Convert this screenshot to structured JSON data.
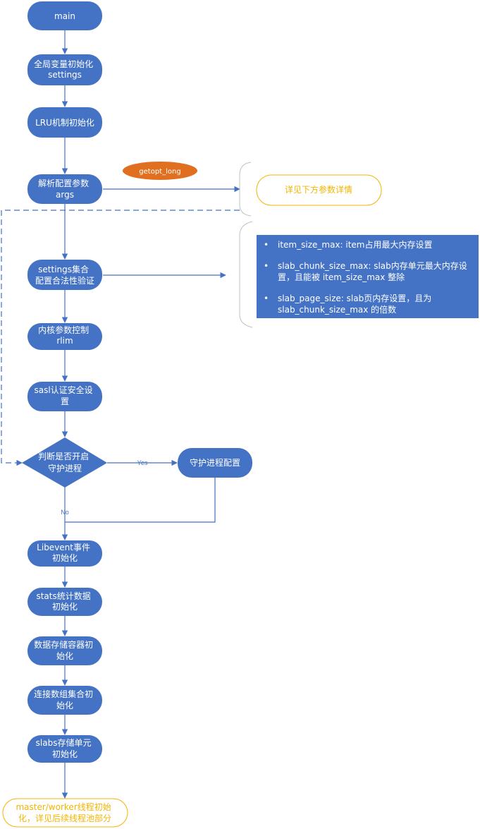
{
  "nodes": {
    "main": [
      "main"
    ],
    "settings_init": [
      "全局变量初始化",
      "settings"
    ],
    "lru_init": [
      "LRU机制初始化"
    ],
    "parse_args": [
      "解析配置参数",
      "args"
    ],
    "settings_check": [
      "settings集合",
      "配置合法性验证"
    ],
    "rlim": [
      "内核参数控制",
      "rlim"
    ],
    "sasl": [
      "sasl认证安全设",
      "置"
    ],
    "daemon_decision": [
      "判断是否开启",
      "守护进程"
    ],
    "daemon_config": [
      "守护进程配置"
    ],
    "libevent": [
      "Libevent事件",
      "初始化"
    ],
    "stats": [
      "stats统计数据",
      "初始化"
    ],
    "storage": [
      "数据存储容器初",
      "始化"
    ],
    "conn": [
      "连接数组集合初",
      "始化"
    ],
    "slabs": [
      "slabs存储单元",
      "初始化"
    ],
    "threads": [
      "master/worker线程初始",
      "化，详见后续线程池部分"
    ]
  },
  "tag_getopt": "getopt_long",
  "note_params": "详见下方参数详情",
  "edge_labels": {
    "yes": "Yes",
    "no": "No"
  },
  "param_notes": [
    "item_size_max: item占用最大内存设置",
    "slab_chunk_size_max: slab内存单元最大内存设置，且能被 item_size_max 整除",
    "slab_page_size: slab页内存设置，且为 slab_chunk_size_max 的倍数"
  ],
  "colors": {
    "node_fill": "#4472c4",
    "accent_yellow": "#f5b400",
    "tag_orange": "#e07020",
    "bracket_gray": "#c0c0c0"
  }
}
